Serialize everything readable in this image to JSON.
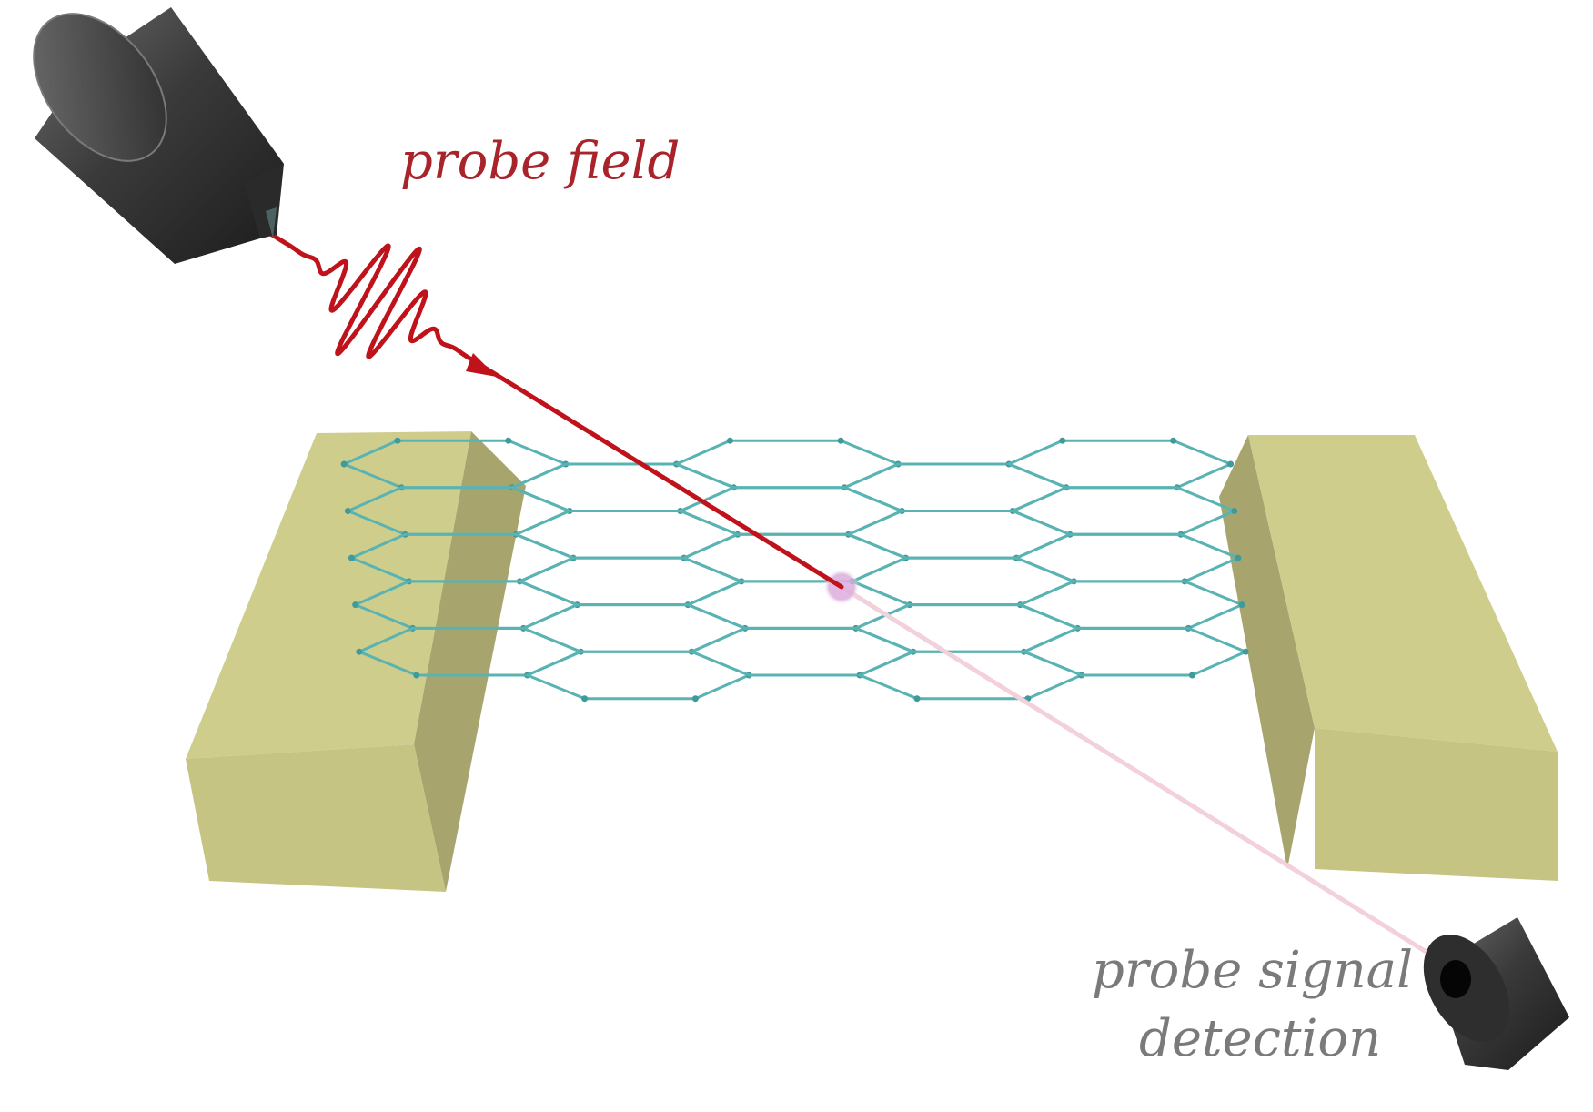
{
  "labels": {
    "probe_field": "probe field",
    "detection_line1": "probe signal",
    "detection_line2": "detection"
  },
  "colors": {
    "probe_beam": "#c0121a",
    "probe_label": "#a8232a",
    "detection_label": "#7a7a7a",
    "transmitted_beam": "#f2d0dc",
    "lattice": "#5ab3b3",
    "lattice_atom": "#3f9a9a",
    "electrode_top": "#cfcd8a",
    "electrode_front": "#c9c887",
    "electrode_side": "#a5a26a",
    "objective_body": "#3b3b3b"
  },
  "icons": {
    "source": "laser-objective-icon",
    "detector": "detector-objective-icon"
  }
}
